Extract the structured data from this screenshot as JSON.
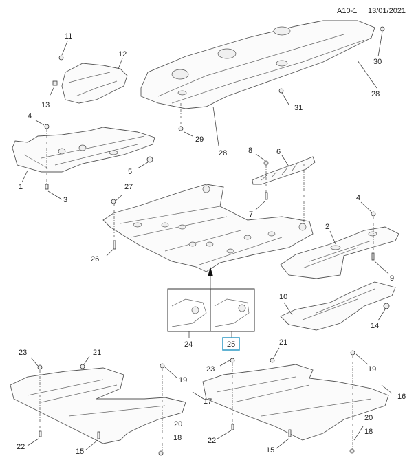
{
  "header": {
    "page_code": "A10-1",
    "date": "13/01/2021"
  },
  "highlight_color": "#3aa0c8",
  "callouts": {
    "c1": "1",
    "c2": "2",
    "c3": "3",
    "c4a": "4",
    "c4b": "4",
    "c5": "5",
    "c6": "6",
    "c7": "7",
    "c8": "8",
    "c9": "9",
    "c10": "10",
    "c11": "11",
    "c12": "12",
    "c13": "13",
    "c14": "14",
    "c15a": "15",
    "c15b": "15",
    "c16": "16",
    "c17": "17",
    "c18a": "18",
    "c18b": "18",
    "c19a": "19",
    "c19b": "19",
    "c20a": "20",
    "c20b": "20",
    "c21a": "21",
    "c21b": "21",
    "c22a": "22",
    "c22b": "22",
    "c23a": "23",
    "c23b": "23",
    "c24": "24",
    "c25": "25",
    "c26": "26",
    "c27": "27",
    "c28a": "28",
    "c28b": "28",
    "c29": "29",
    "c30": "30",
    "c31": "31"
  },
  "selected_part": "25"
}
